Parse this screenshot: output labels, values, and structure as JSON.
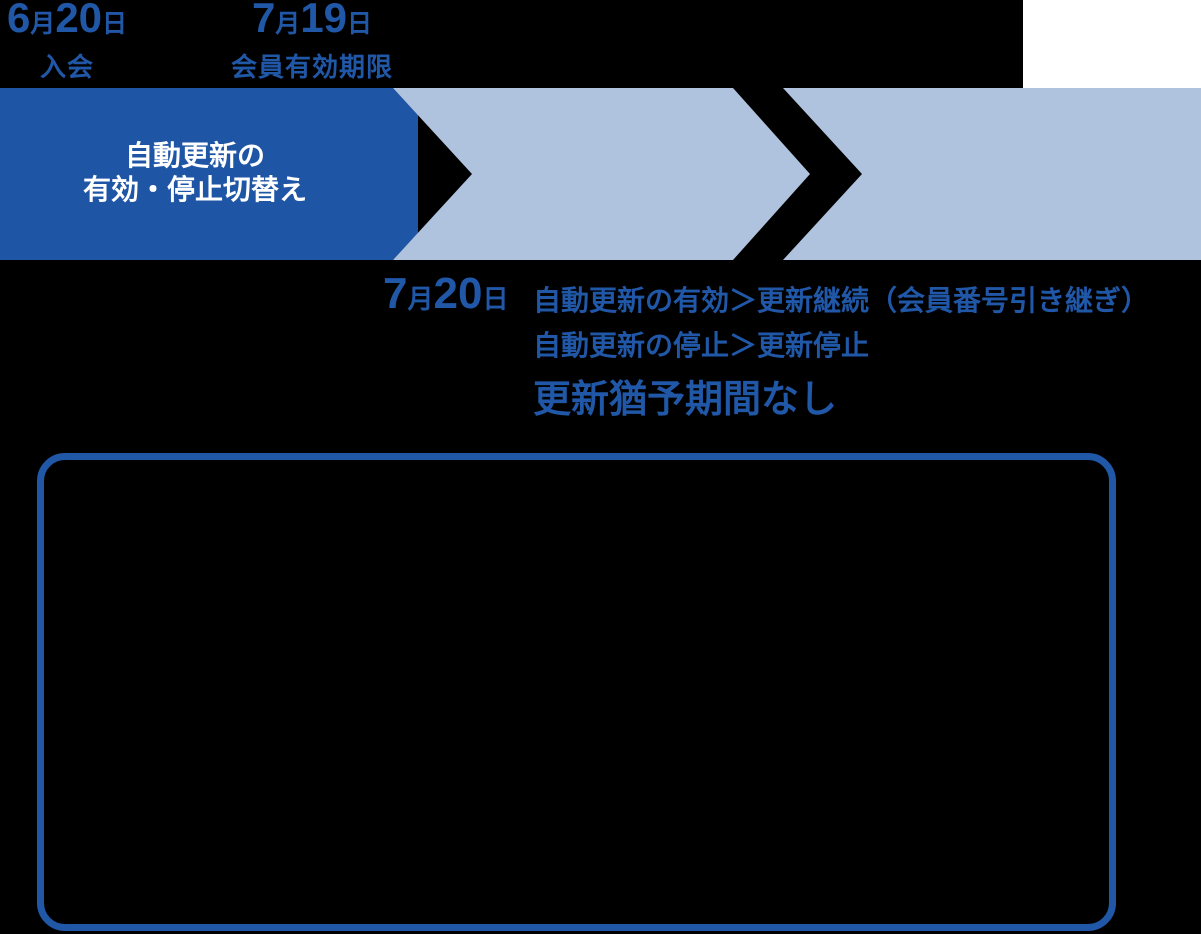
{
  "colors": {
    "background": "#000000",
    "dark_blue": "#1F55A5",
    "light_blue": "#AFC3DF",
    "text_blue": "#2057A7",
    "banner_text": "#FFFFFF",
    "top_right_block": "#FFFFFF",
    "box_border": "#2057A7"
  },
  "timeline": {
    "join_date": {
      "month": "6",
      "month_unit": "月",
      "day": "20",
      "day_unit": "日",
      "caption": "入会"
    },
    "expiry_date": {
      "month": "7",
      "month_unit": "月",
      "day": "19",
      "day_unit": "日",
      "caption": "会員有効期限"
    },
    "banner": {
      "line1": "自動更新の",
      "line2": "有効・停止切替え"
    },
    "renewal_date": {
      "month": "7",
      "month_unit": "月",
      "day": "20",
      "day_unit": "日"
    },
    "outcomes": {
      "enabled": "自動更新の有効＞更新継続（会員番号引き継ぎ）",
      "stopped": "自動更新の停止＞更新停止",
      "grace_note": "更新猶予期間なし"
    }
  }
}
